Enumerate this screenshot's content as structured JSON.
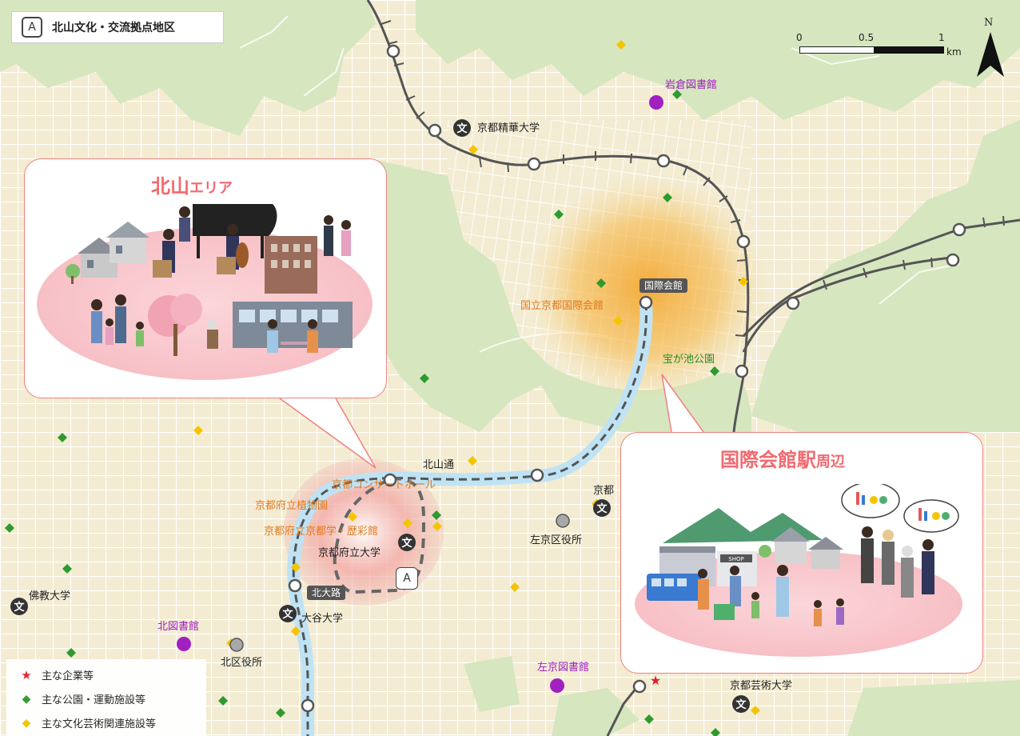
{
  "title": {
    "key": "A",
    "text": "北山文化・交流拠点地区"
  },
  "scale": {
    "ticks": [
      "0",
      "0.5",
      "1"
    ],
    "unit": "km",
    "north": "N"
  },
  "callouts": {
    "kitayama": {
      "title_main": "北山",
      "title_sub": "エリア"
    },
    "kokusai": {
      "title_main": "国際会館駅",
      "title_sub": "周辺",
      "shop_sign": "SHOP"
    }
  },
  "stations": {
    "kokusai_kaikan": "国際会館",
    "kitaoji": "北大路"
  },
  "area_marker": "A",
  "labels": {
    "iwakura_library": "岩倉図書館",
    "seika_univ": "京都精華大学",
    "kokuritsu_kaikan": "国立京都国際会館",
    "takaragaike": "宝が池公園",
    "kitayama_dori": "北山通",
    "concert_hall": "京都コンサートホール",
    "botanical": "京都府立植物園",
    "rekisaikan": "京都府立京都学・歴彩館",
    "prefectural_univ": "京都府立大学",
    "otani_univ": "大谷大学",
    "bukkyo_univ": "佛教大学",
    "kita_library": "北図書館",
    "kita_ward": "北区役所",
    "sakyo_ward": "左京区役所",
    "kyoto_partial": "京都",
    "sakyo_library": "左京図書館",
    "geidai": "京都芸術大学"
  },
  "legend": [
    {
      "icon": "red-star",
      "label": "主な企業等",
      "color": "#e0202a"
    },
    {
      "icon": "green-diamond",
      "label": "主な公園・運動施設等",
      "color": "#2e9a2e"
    },
    {
      "icon": "yellow-diamond",
      "label": "主な文化芸術関連施設等",
      "color": "#f5c400"
    }
  ],
  "icons": {
    "school_glyph": "文",
    "star": "★",
    "diamond": "◆"
  }
}
